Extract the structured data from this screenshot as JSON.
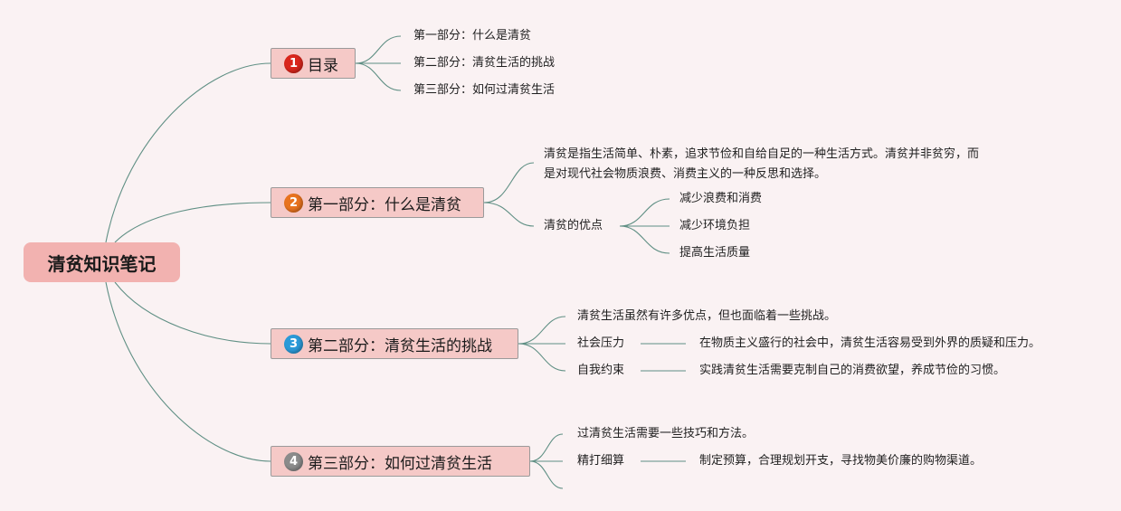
{
  "root": "清贫知识笔记",
  "colors": {
    "background": "#faf2f3",
    "root_fill": "#f2b2b0",
    "section_fill": "#f5c9c7",
    "line": "#5f8f84",
    "badge_1": "#d9261c",
    "badge_2": "#e8731e",
    "badge_3": "#2b9ad8",
    "badge_4": "#8b8b8b"
  },
  "sections": [
    {
      "num": "1",
      "title": "目录",
      "items": [
        "第一部分：什么是清贫",
        "第二部分：清贫生活的挑战",
        "第三部分：如何过清贫生活"
      ]
    },
    {
      "num": "2",
      "title": "第一部分：什么是清贫",
      "definition": "清贫是指生活简单、朴素，追求节俭和自给自足的一种生活方式。清贫并非贫穷，而是对现代社会物质浪费、消费主义的一种反思和选择。",
      "advantages": {
        "label": "清贫的优点",
        "items": [
          "减少浪费和消费",
          "减少环境负担",
          "提高生活质量"
        ]
      }
    },
    {
      "num": "3",
      "title": "第二部分：清贫生活的挑战",
      "intro": "清贫生活虽然有许多优点，但也面临着一些挑战。",
      "pairs": [
        {
          "label": "社会压力",
          "detail": "在物质主义盛行的社会中，清贫生活容易受到外界的质疑和压力。"
        },
        {
          "label": "自我约束",
          "detail": "实践清贫生活需要克制自己的消费欲望，养成节俭的习惯。"
        }
      ]
    },
    {
      "num": "4",
      "title": "第三部分：如何过清贫生活",
      "intro": "过清贫生活需要一些技巧和方法。",
      "pairs": [
        {
          "label": "精打细算",
          "detail": "制定预算，合理规划开支，寻找物美价廉的购物渠道。"
        }
      ]
    }
  ]
}
